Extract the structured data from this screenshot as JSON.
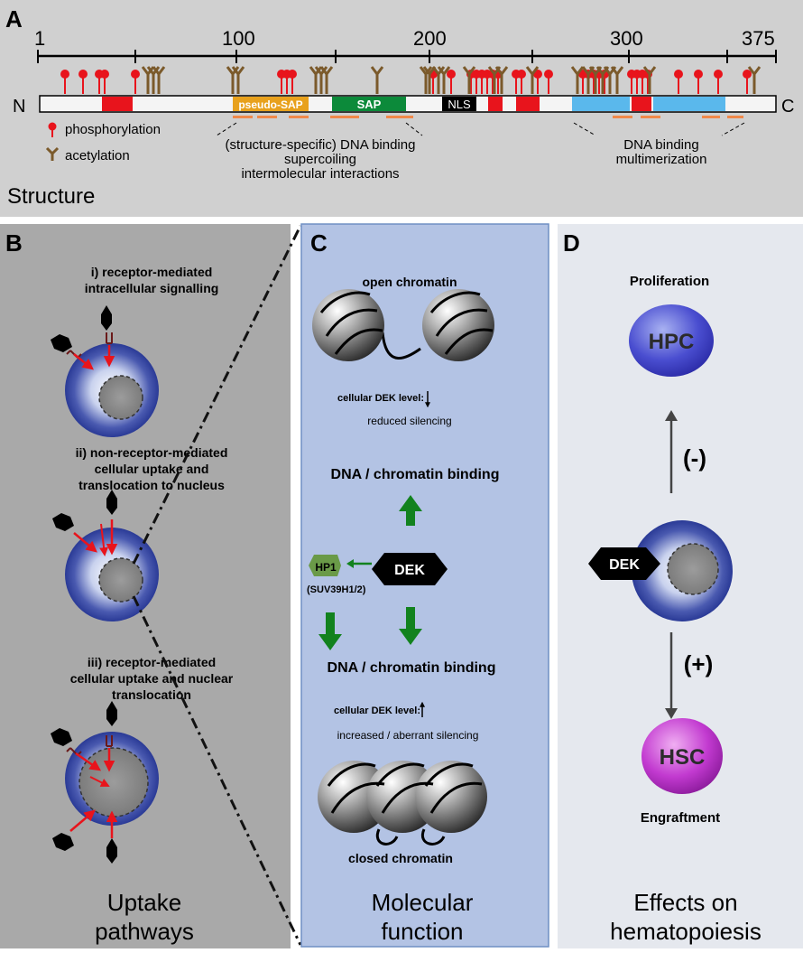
{
  "panel_a": {
    "letter": "A",
    "scale_ticks": [
      "1",
      "100",
      "200",
      "300",
      "375"
    ],
    "n_terminus": "N",
    "c_terminus": "C",
    "domains": {
      "pseudo_sap": "pseudo-SAP",
      "sap": "SAP",
      "nls": "NLS"
    },
    "legend": {
      "phosphorylation": "phosphorylation",
      "acetylation": "acetylation"
    },
    "annotation_left": [
      "(structure-specific) DNA binding",
      "supercoiling",
      "intermolecular interactions"
    ],
    "annotation_right": [
      "DNA binding",
      "multimerization"
    ],
    "title": "Structure"
  },
  "panel_b": {
    "letter": "B",
    "pathway_1": [
      "i) receptor-mediated",
      "intracellular signalling"
    ],
    "pathway_2": [
      "ii) non-receptor-mediated",
      "cellular uptake and",
      "translocation to nucleus"
    ],
    "pathway_3": [
      "iii) receptor-mediated",
      "cellular uptake and nuclear",
      "translocation"
    ],
    "title": [
      "Uptake",
      "pathways"
    ]
  },
  "panel_c": {
    "letter": "C",
    "open_chromatin": "open chromatin",
    "dek_level_low": "cellular DEK level:",
    "reduced_silencing": "reduced silencing",
    "binding_top": "DNA / chromatin binding",
    "dek": "DEK",
    "hp1": "HP1",
    "suv": "(SUV39H1/2)",
    "binding_bottom": "DNA / chromatin binding",
    "dek_level_high": "cellular DEK level:",
    "increased_silencing": "increased / aberrant silencing",
    "closed_chromatin": "closed chromatin",
    "title": [
      "Molecular",
      "function"
    ]
  },
  "panel_d": {
    "letter": "D",
    "proliferation": "Proliferation",
    "hpc": "HPC",
    "minus": "(-)",
    "dek": "DEK",
    "plus": "(+)",
    "hsc": "HSC",
    "engraftment": "Engraftment",
    "title": [
      "Effects on",
      "hematopoiesis"
    ]
  },
  "colors": {
    "phospho_red": "#e8141c",
    "acetyl_brown": "#7b5a2b",
    "pseudo_sap": "#e8a11c",
    "sap": "#0c8a3a",
    "nls": "#000000",
    "blue_region": "#5ab8ec",
    "orange_line": "#f0894a",
    "panel_a_bg": "#d0d0d0",
    "panel_b_bg": "#a9a9a9",
    "panel_c_bg": "#b3c3e4",
    "panel_d_bg": "#e5e8ee",
    "green_arrow": "#12821e"
  }
}
